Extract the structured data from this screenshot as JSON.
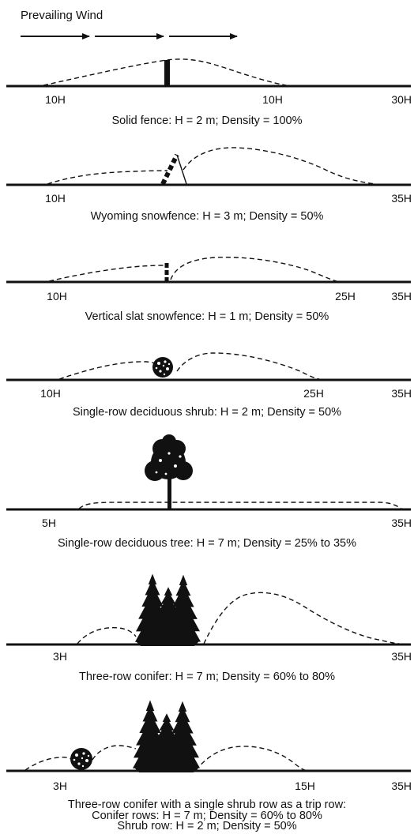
{
  "header": {
    "title": "Prevailing Wind"
  },
  "panels": [
    {
      "id": "solid-fence",
      "caption": "Solid fence: H = 2 m; Density = 100%",
      "distance_labels": [
        "10H",
        "10H",
        "30H"
      ]
    },
    {
      "id": "wyoming-snowfence",
      "caption": "Wyoming snowfence: H = 3 m; Density = 50%",
      "distance_labels": [
        "10H",
        "35H"
      ]
    },
    {
      "id": "vertical-slat-snowfence",
      "caption": "Vertical slat snowfence: H = 1 m; Density = 50%",
      "distance_labels": [
        "10H",
        "25H",
        "35H"
      ]
    },
    {
      "id": "single-row-deciduous-shrub",
      "caption": "Single-row deciduous shrub: H = 2 m; Density = 50%",
      "distance_labels": [
        "10H",
        "25H",
        "35H"
      ]
    },
    {
      "id": "single-row-deciduous-tree",
      "caption": "Single-row deciduous tree: H = 7 m; Density = 25% to 35%",
      "distance_labels": [
        "5H",
        "35H"
      ]
    },
    {
      "id": "three-row-conifer",
      "caption": "Three-row conifer: H = 7 m; Density = 60% to 80%",
      "distance_labels": [
        "3H",
        "35H"
      ]
    },
    {
      "id": "conifer-with-shrub-row",
      "caption_lines": [
        "Three-row conifer with a single shrub row as a trip row:",
        "Conifer rows: H = 7 m; Density = 60% to 80%",
        "Shrub row: H = 2 m; Density = 50%"
      ],
      "distance_labels": [
        "3H",
        "15H",
        "35H"
      ]
    }
  ]
}
